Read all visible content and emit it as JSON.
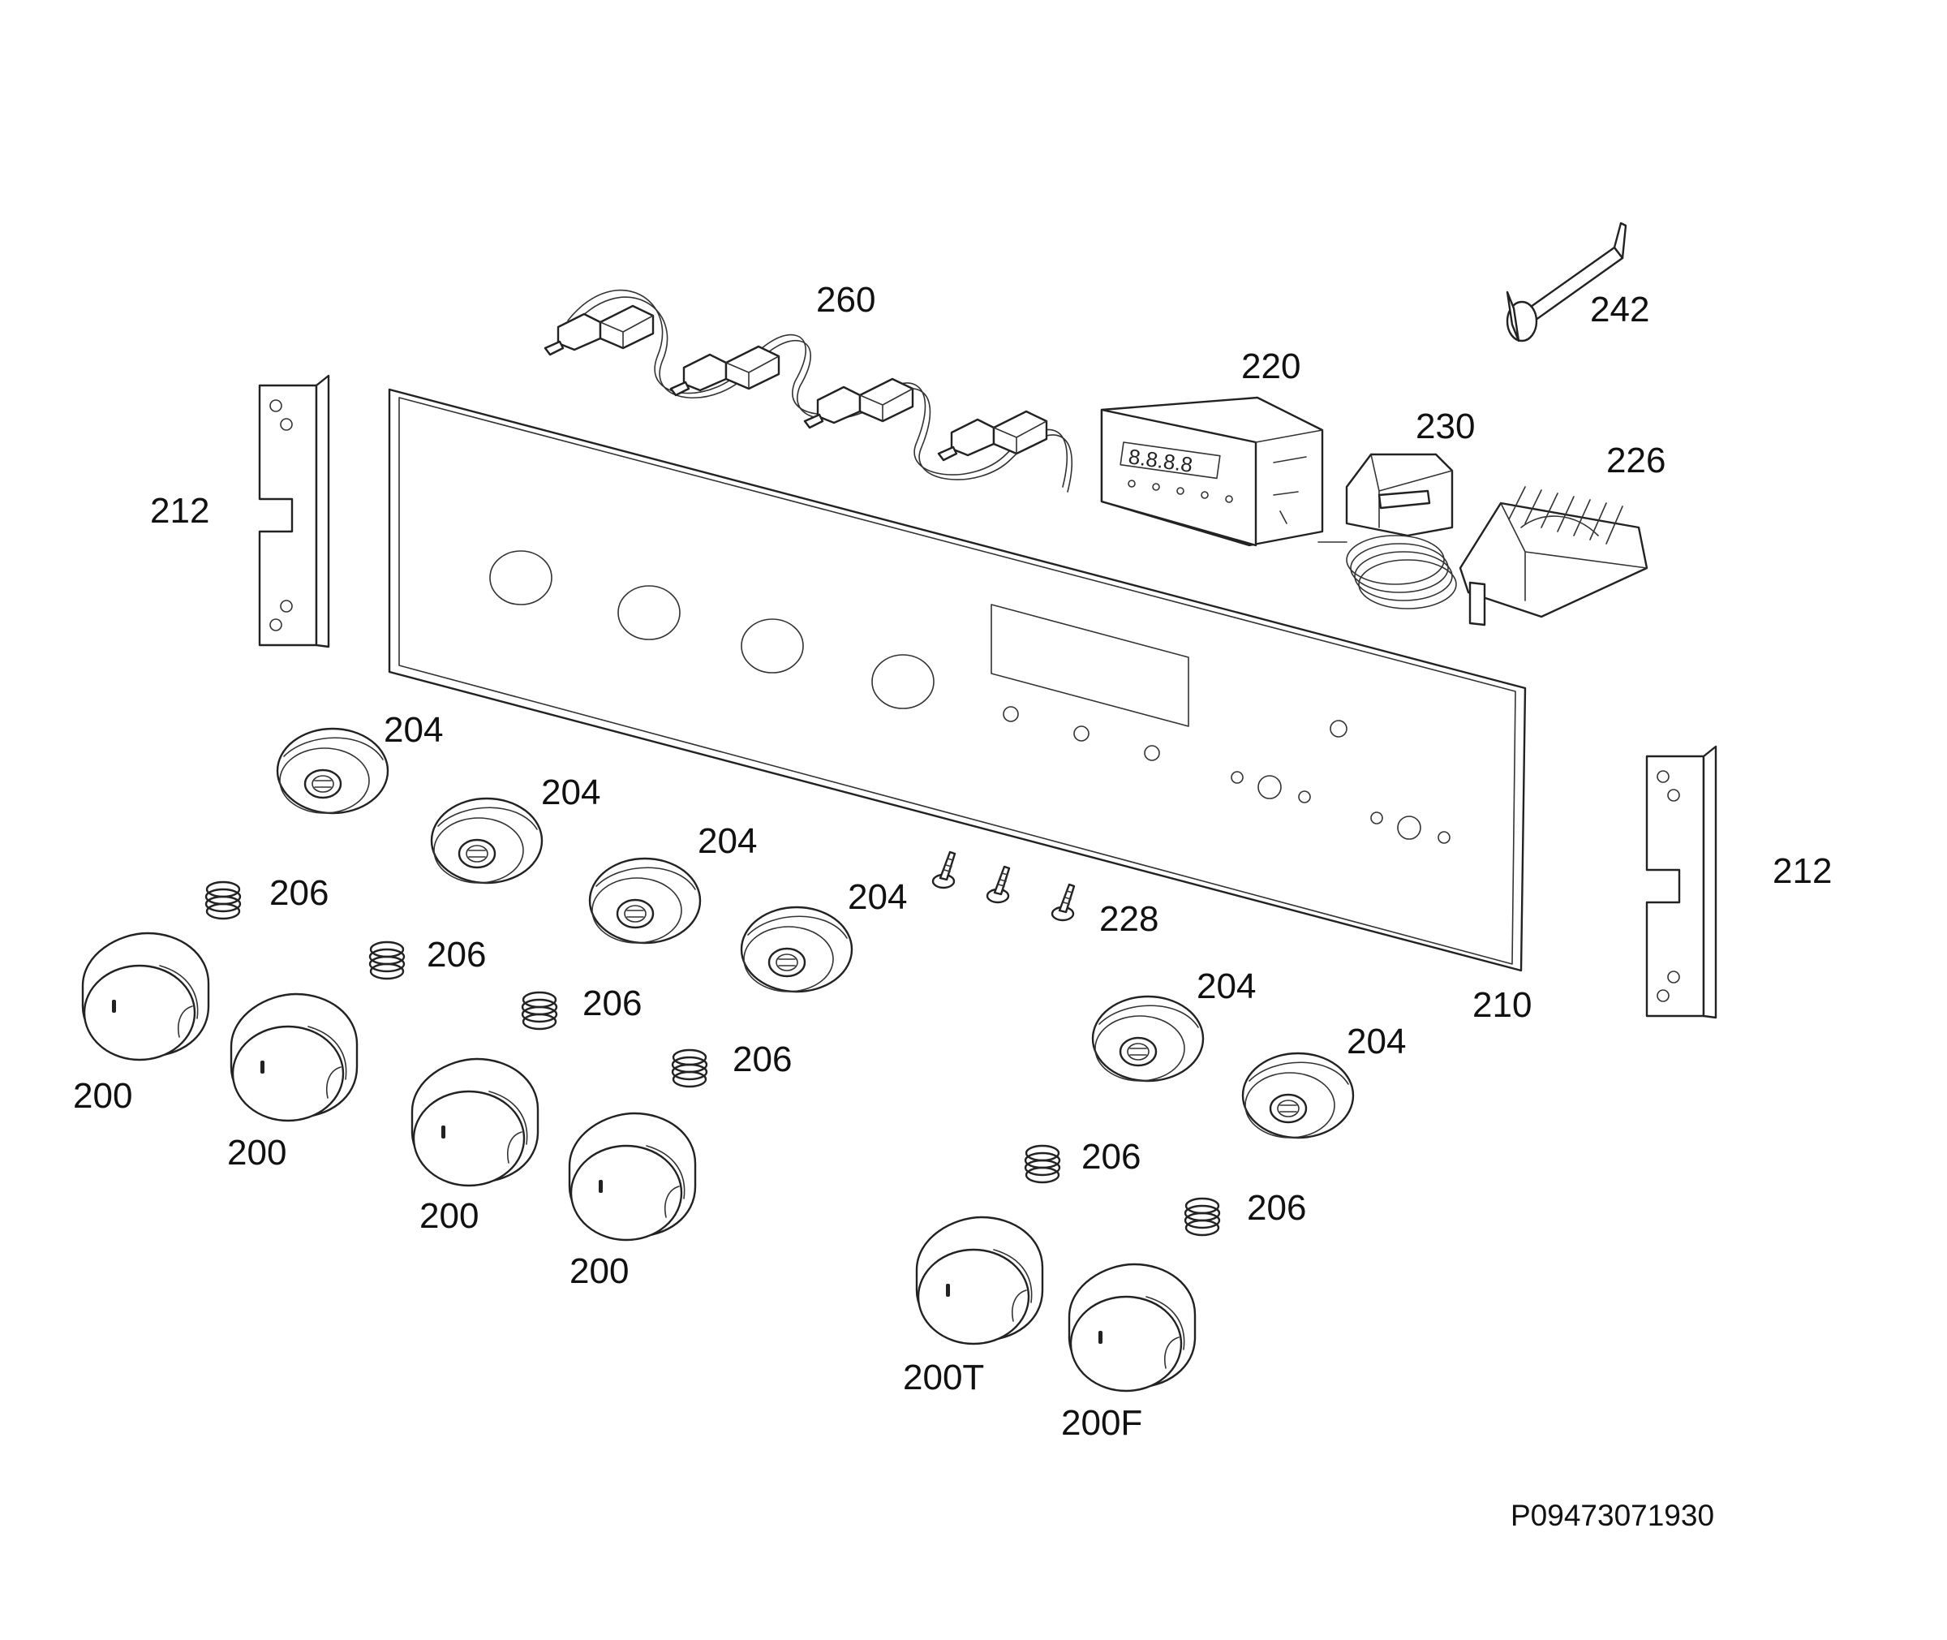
{
  "figure_code": "P09473071930",
  "callouts": {
    "k200": "200",
    "k200T": "200T",
    "k200F": "200F",
    "k204": "204",
    "k206": "206",
    "k210": "210",
    "k212": "212",
    "k220": "220",
    "k226": "226",
    "k228": "228",
    "k230": "230",
    "k242": "242",
    "k260": "260"
  },
  "parts": {
    "knobs_200": 4,
    "knob_200T": 1,
    "knob_200F": 1,
    "bezels_204": 6,
    "springs_206": 6,
    "screws_228": 3,
    "brackets_212": 2,
    "switch_clips_260": 4,
    "panel_210_knob_holes": 4
  }
}
